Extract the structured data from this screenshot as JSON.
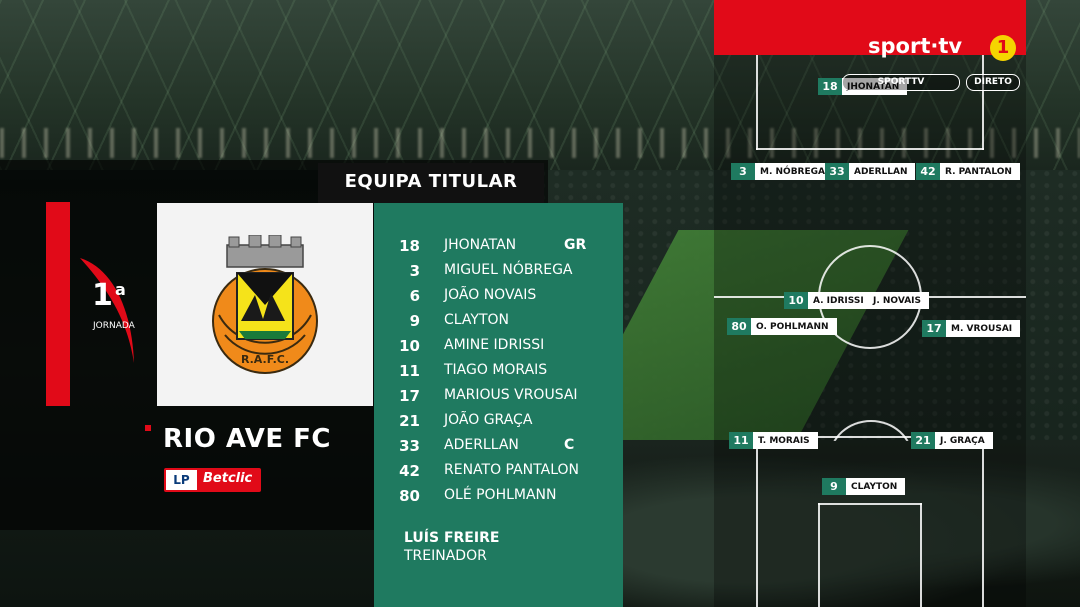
{
  "header": {
    "title": "EQUIPA TITULAR"
  },
  "round": {
    "number": "1",
    "superscript": "a",
    "label": "JORNADA"
  },
  "team": {
    "name": "RIO AVE FC",
    "crest_letters": "R.A.F.C."
  },
  "league": {
    "logo": "LP",
    "sponsor": "Betclic"
  },
  "lineup": [
    {
      "number": "18",
      "name": "JHONATAN",
      "role": "GR"
    },
    {
      "number": "3",
      "name": "MIGUEL NÓBREGA",
      "role": ""
    },
    {
      "number": "6",
      "name": "JOÃO NOVAIS",
      "role": ""
    },
    {
      "number": "9",
      "name": "CLAYTON",
      "role": ""
    },
    {
      "number": "10",
      "name": "AMINE IDRISSI",
      "role": ""
    },
    {
      "number": "11",
      "name": "TIAGO MORAIS",
      "role": ""
    },
    {
      "number": "17",
      "name": "MARIOUS VROUSAI",
      "role": ""
    },
    {
      "number": "21",
      "name": "JOÃO GRAÇA",
      "role": ""
    },
    {
      "number": "33",
      "name": "ADERLLAN",
      "role": "C"
    },
    {
      "number": "42",
      "name": "RENATO PANTALON",
      "role": ""
    },
    {
      "number": "80",
      "name": "OLÉ POHLMANN",
      "role": ""
    }
  ],
  "coach": {
    "name": "LUÍS FREIRE",
    "role": "TREINADOR"
  },
  "formation": [
    {
      "number": "18",
      "name": "JHONATAN"
    },
    {
      "number": "3",
      "name": "M. NÓBREGA"
    },
    {
      "number": "33",
      "name": "ADERLLAN"
    },
    {
      "number": "42",
      "name": "R. PANTALON"
    },
    {
      "number": "10",
      "name": "A. IDRISSI"
    },
    {
      "number": "",
      "name": "J. NOVAIS"
    },
    {
      "number": "80",
      "name": "O. POHLMANN"
    },
    {
      "number": "17",
      "name": "M. VROUSAI"
    },
    {
      "number": "11",
      "name": "T. MORAIS"
    },
    {
      "number": "21",
      "name": "J. GRAÇA"
    },
    {
      "number": "9",
      "name": "CLAYTON"
    }
  ],
  "broadcaster": {
    "logo": "sport·tv",
    "channel": "1",
    "pill_left": "SPORTTV",
    "pill_right": "DIRETO"
  },
  "colors": {
    "accent_red": "#e10a18",
    "panel_green": "#1f7a60",
    "yellow": "#f5d400"
  }
}
